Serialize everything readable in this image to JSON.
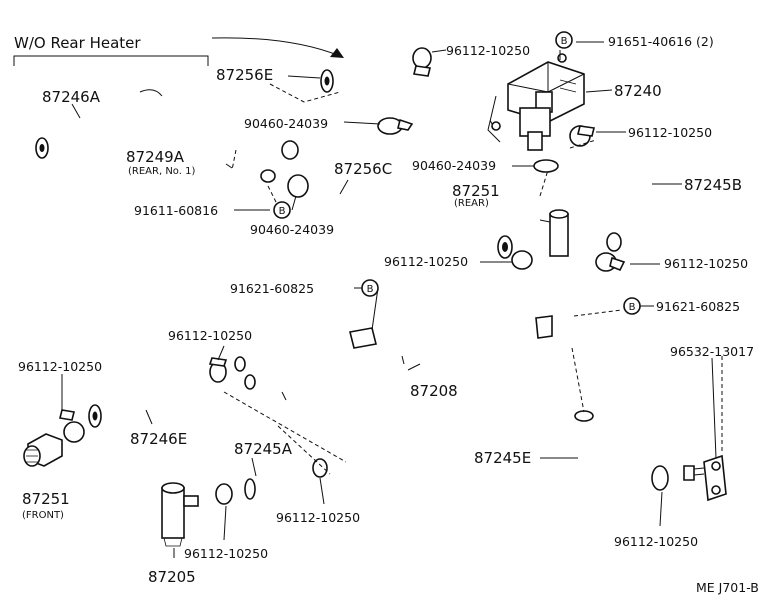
{
  "header": {
    "title": "W/O Rear Heater"
  },
  "footer": {
    "code": "ME  J701-B"
  },
  "colors": {
    "ink": "#111111",
    "paper": "#ffffff"
  },
  "markers": {
    "bolt_badge": "B"
  },
  "parts": {
    "p87246A": "87246A",
    "p87256E": "87256E",
    "p96112_tl": "96112-10250",
    "p91651": "91651-40616 (2)",
    "p87240": "87240",
    "p90460_a": "90460-24039",
    "p96112_r1": "96112-10250",
    "p87249A": "87249A",
    "p87249A_sub": "(REAR, No. 1)",
    "p87256C": "87256C",
    "p90460_b": "90460-24039",
    "p87245B": "87245B",
    "p87251_rear": "87251",
    "p87251_rear_sub": "(REAR)",
    "p91611": "91611-60816",
    "p90460_c": "90460-24039",
    "p96112_mid": "96112-10250",
    "p96112_r2": "96112-10250",
    "p91621_l": "91621-60825",
    "p91621_r": "91621-60825",
    "p96112_l1": "96112-10250",
    "p87208": "87208",
    "p96112_l2": "96112-10250",
    "p96532": "96532-13017",
    "p87246E": "87246E",
    "p87245A": "87245A",
    "p87245E": "87245E",
    "p87251_front": "87251",
    "p87251_front_sub": "(FRONT)",
    "p96112_b1": "96112-10250",
    "p96112_b2": "96112-10250",
    "p96112_b3": "96112-10250",
    "p87205": "87205"
  }
}
